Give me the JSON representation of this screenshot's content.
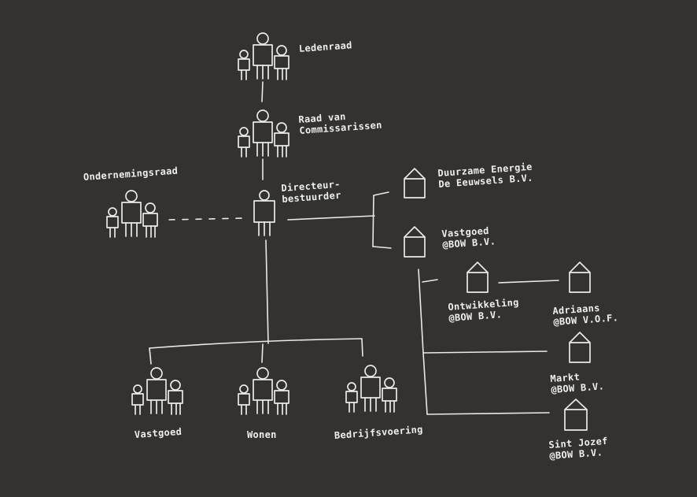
{
  "colors": {
    "background": "#333230",
    "chalk": "#e9e9e6"
  },
  "diagram": {
    "nodes": {
      "ledenraad": {
        "label": "Ledenraad",
        "icon": "people-group-icon"
      },
      "raad": {
        "label": "Raad van\nCommissarissen",
        "icon": "people-group-icon"
      },
      "ondernemingsraad": {
        "label": "Ondernemingsraad",
        "icon": "people-group-icon"
      },
      "directeur": {
        "label": "Directeur-\nbestuurder",
        "icon": "person-icon"
      },
      "duurzame": {
        "label": "Duurzame Energie\nDe Eeuwsels B.V.",
        "icon": "house-icon"
      },
      "vastgoed_bv": {
        "label": "Vastgoed\n@BOW B.V.",
        "icon": "house-icon"
      },
      "ontwikkeling": {
        "label": "Ontwikkeling\n@BOW B.V.",
        "icon": "house-icon"
      },
      "adriaans": {
        "label": "Adriaans\n@BOW V.O.F.",
        "icon": "house-icon"
      },
      "markt": {
        "label": "Markt\n@BOW B.V.",
        "icon": "house-icon"
      },
      "sintjozef": {
        "label": "Sint Jozef\n@BOW B.V.",
        "icon": "house-icon"
      },
      "vastgoed": {
        "label": "Vastgoed",
        "icon": "people-group-icon"
      },
      "wonen": {
        "label": "Wonen",
        "icon": "people-group-icon"
      },
      "bedrijfsvoering": {
        "label": "Bedrijfsvoering",
        "icon": "people-group-icon"
      }
    }
  }
}
